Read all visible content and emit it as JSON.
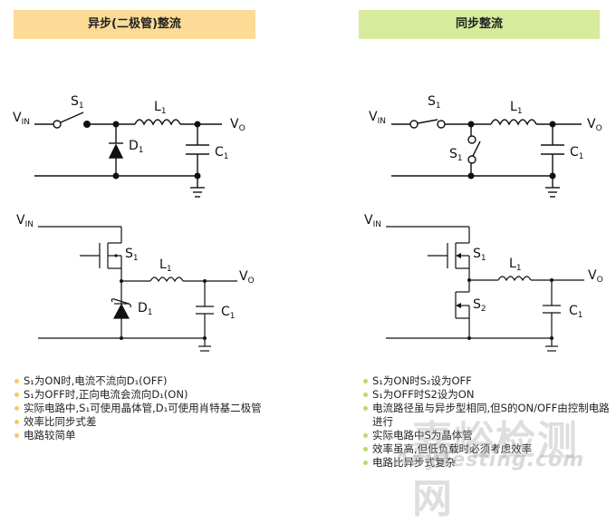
{
  "headers": {
    "left": "异步(二极管)整流",
    "right": "同步整流"
  },
  "colors": {
    "left_header": "#fcdb96",
    "right_header": "#d6ec9c",
    "left_bullet": "#f6c86a",
    "right_bullet": "#b8db6e"
  },
  "labels": {
    "v": "V",
    "in": "IN",
    "o": "O",
    "s": "S",
    "l": "L",
    "d": "D",
    "c": "C",
    "one": "1",
    "two": "2"
  },
  "notes_left": [
    "S₁为ON时,电流不流向D₁(OFF)",
    "S₁为OFF时,正向电流会流向D₁(ON)",
    "实际电路中,S₁可使用晶体管,D₁可使用肖特基二极管",
    "效率比同步式差",
    "电路较简单"
  ],
  "notes_right": [
    "S₁为ON时S₂设为OFF",
    "S₁为OFF时S2设为ON",
    "电流路径虽与异步型相同,但S的ON/OFF由控制电路进行",
    "实际电路中S为晶体管",
    "效率虽高,但低负载时必须考虑效率",
    "电路比异步式复杂"
  ],
  "watermark": {
    "cn": "嘉峪检测网",
    "en": "AnyTesting.com"
  }
}
